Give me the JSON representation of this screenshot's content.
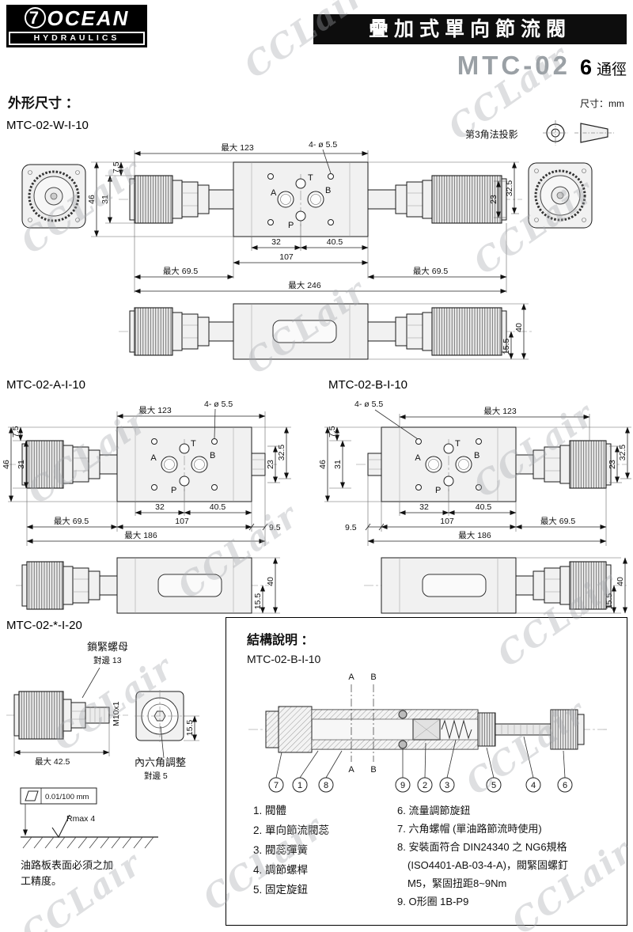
{
  "watermark": {
    "text": "CCLair"
  },
  "header": {
    "logo_seven": "7",
    "logo_line1": "OCEAN",
    "logo_line2": "HYDRAULICS",
    "title": "疊加式單向節流閥",
    "model": "MTC-02",
    "bore_number": "6",
    "bore_unit": "通徑"
  },
  "page": {
    "outline_heading": "外形尺寸 ：",
    "unit_note": "尺寸：mm",
    "projection_note": "第3角法投影"
  },
  "models": {
    "w": "MTC-02-W-I-10",
    "a": "MTC-02-A-I-10",
    "b": "MTC-02-B-I-10",
    "star": "MTC-02-*-I-20"
  },
  "dims": {
    "max123": "最大 123",
    "holes": "4- ø 5.5",
    "d75": "7.5",
    "d23": "23",
    "d325": "32.5",
    "d46": "46",
    "d31": "31",
    "d32": "32",
    "d405": "40.5",
    "d107": "107",
    "max695": "最大 69.5",
    "max246": "最大 246",
    "max186": "最大 186",
    "d40": "40",
    "d155": "15.5",
    "d95": "9.5",
    "portA": "A",
    "portB": "B",
    "portP": "P",
    "portT": "T"
  },
  "adjuster": {
    "lock_nut": "鎖緊螺母",
    "flats13": "對邊 13",
    "thread": "M10x1",
    "max425": "最大 42.5",
    "hex_adjust": "內六角調整",
    "flats5": "對邊 5",
    "flatness": "0.01/100 mm",
    "roughness": "Rmax 4",
    "note1": "油路板表面必須之加",
    "note2": "工精度。"
  },
  "structure": {
    "heading": "結構說明 ：",
    "model": "MTC-02-B-I-10",
    "sectionA": "A",
    "sectionB": "B",
    "balloons": [
      "7",
      "1",
      "8",
      "9",
      "2",
      "3",
      "5",
      "4",
      "6"
    ],
    "parts_left": [
      "1. 閥體",
      "2. 單向節流閥蕊",
      "3. 閥蕊彈簧",
      "4. 調節螺桿",
      "5. 固定旋鈕"
    ],
    "parts_right": [
      "6. 流量調節旋鈕",
      "7. 六角螺帽 (單油路節流時使用)",
      "8. 安裝面符合 DIN24340 之 NG6規格",
      "(ISO4401-AB-03-4-A)，閥緊固螺釘",
      "M5，緊固扭距8~9Nm",
      "9. O形圈 1B-P9"
    ]
  }
}
